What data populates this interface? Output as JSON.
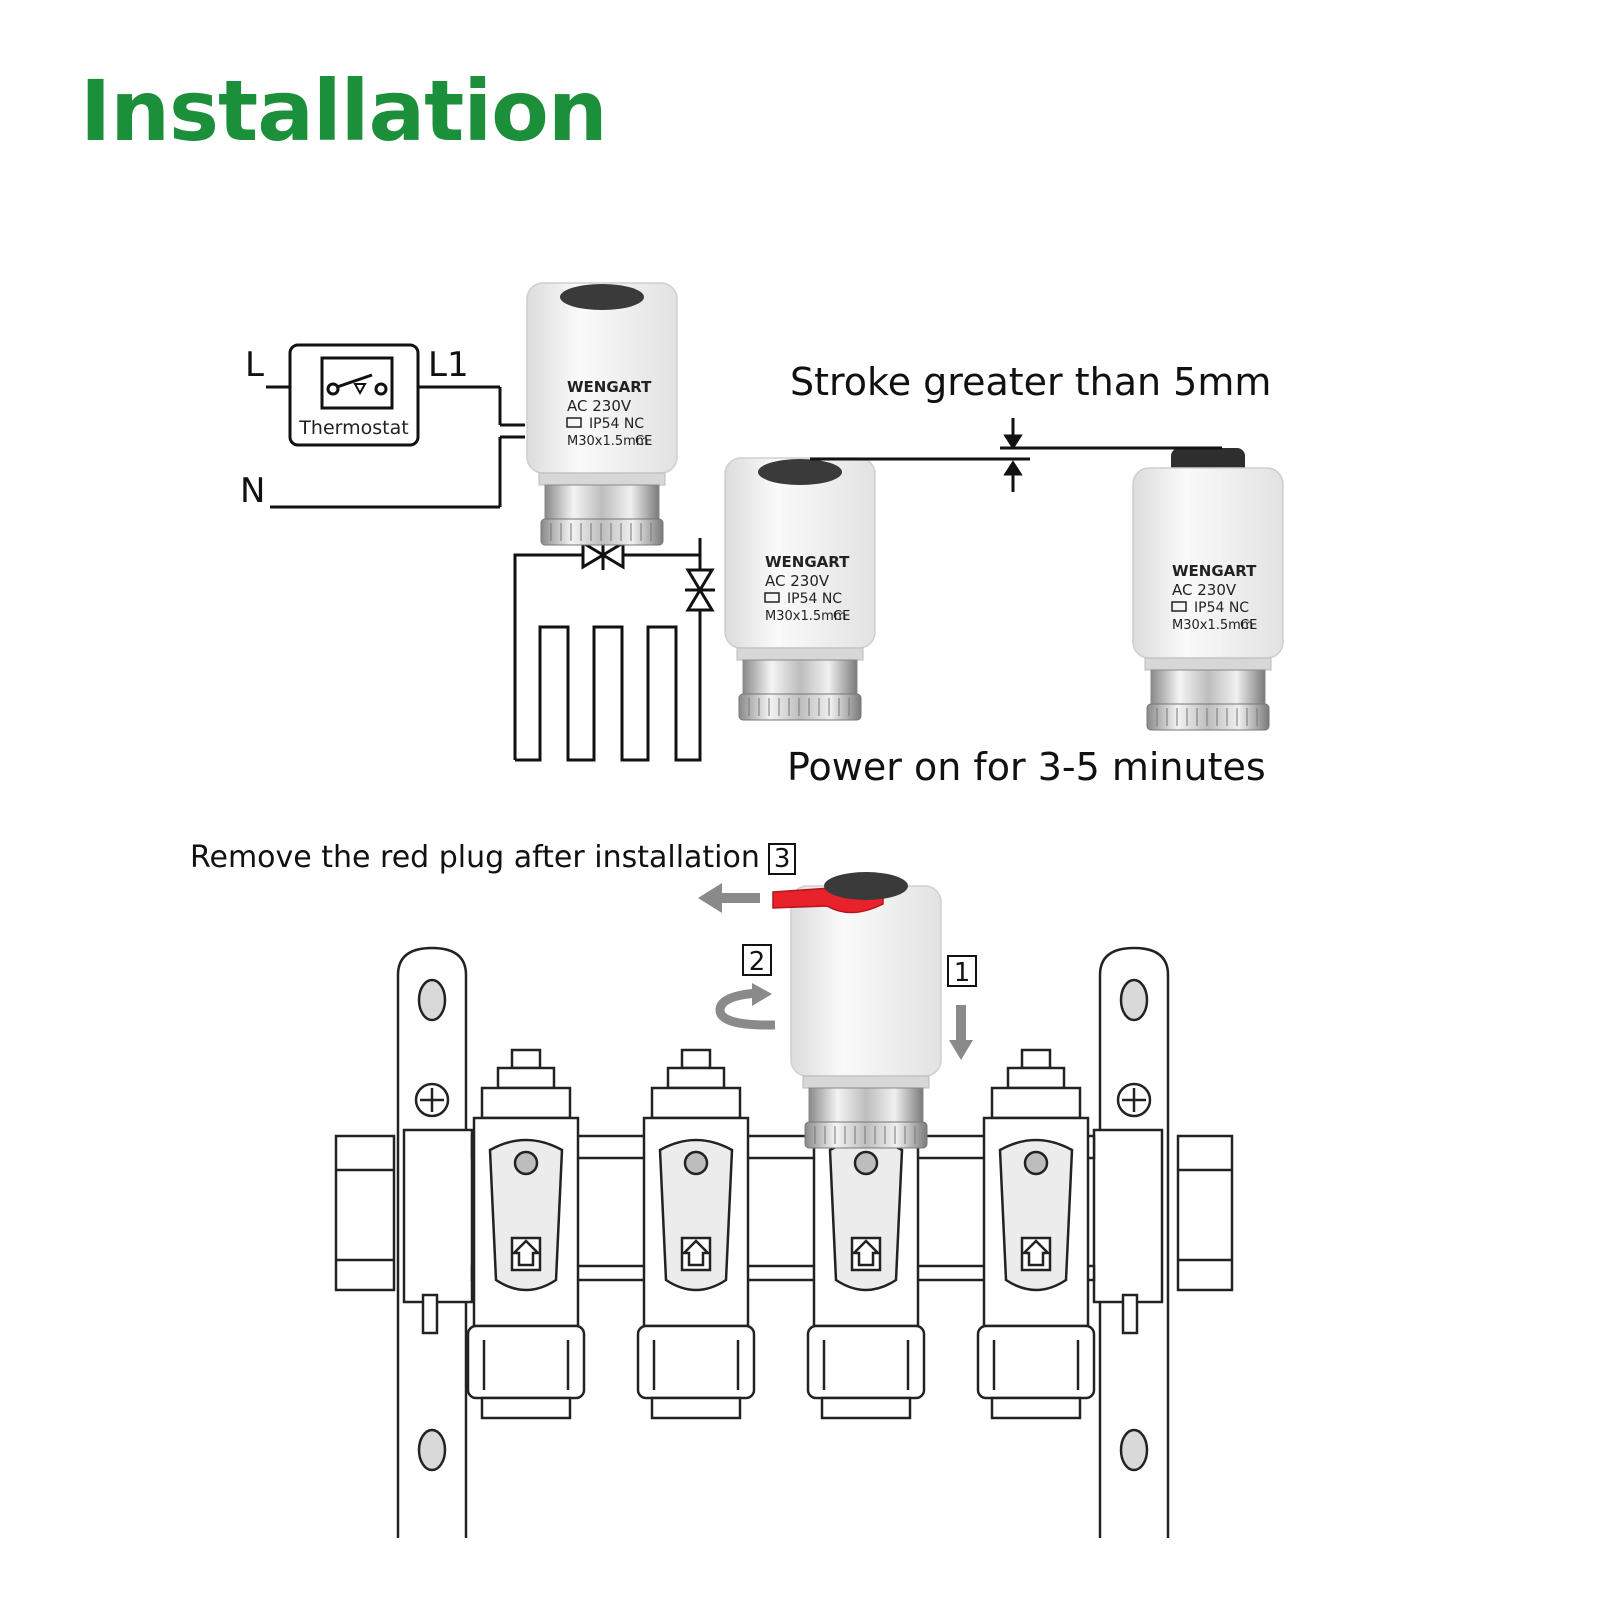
{
  "title": "Installation",
  "colors": {
    "title": "#1b8f3a",
    "line": "#111111",
    "actuator_body": "#f2f2f2",
    "actuator_cap": "#3a3a3a",
    "red_plug": "#e8222a",
    "arrow_gray": "#8a8a8a",
    "manifold_fill": "#ececec"
  },
  "wiring": {
    "live_label": "L",
    "switched_label": "L1",
    "neutral_label": "N",
    "thermostat_label": "Thermostat"
  },
  "actuator": {
    "brand": "WENGART",
    "voltage": "AC 230V",
    "rating": "IP54 NC",
    "thread": "M30x1.5mm",
    "mark": "CE"
  },
  "captions": {
    "stroke": "Stroke greater than 5mm",
    "power": "Power on for 3-5 minutes",
    "plug": "Remove the red plug after installation"
  },
  "steps": {
    "step1": "1",
    "step2": "2",
    "step3": "3"
  },
  "icons": [
    "thermostat-switch-icon",
    "valve-icon",
    "up-arrow-icon",
    "rotate-arrow-icon",
    "down-arrow-icon",
    "left-arrow-icon"
  ]
}
